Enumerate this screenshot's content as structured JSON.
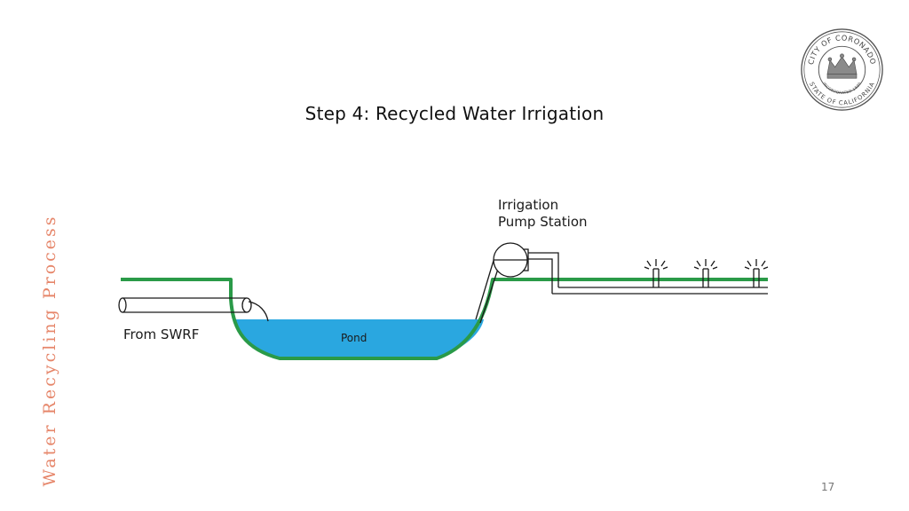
{
  "slide": {
    "title": "Step 4: Recycled Water Irrigation",
    "side_title": "Water Recycling Process",
    "page_number": "17"
  },
  "seal": {
    "top_text": "CITY OF CORONADO",
    "bottom_text": "STATE OF CALIFORNIA",
    "inner_text": "INCORPORATED 1890"
  },
  "diagram": {
    "pump_label_line1": "Irrigation",
    "pump_label_line2": "Pump Station",
    "source_label": "From SWRF",
    "pond_label": "Pond"
  },
  "colors": {
    "ground": "#2a9a48",
    "water": "#2aa7e0",
    "pipe": "#1a1a1a",
    "side_title": "#e6866a"
  }
}
